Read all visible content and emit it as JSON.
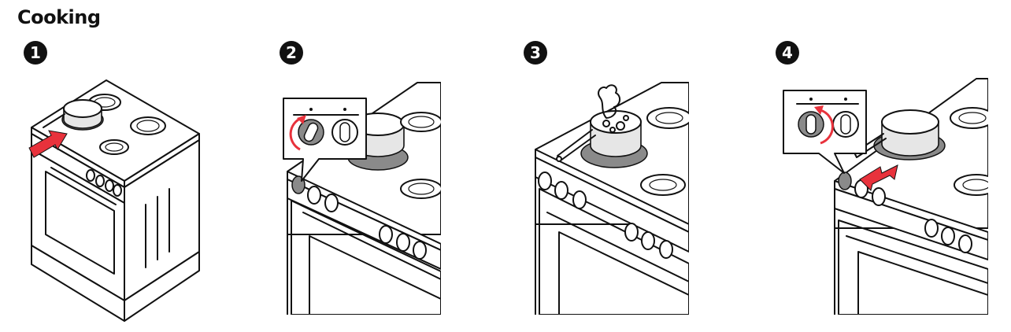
{
  "title": "Cooking",
  "steps": [
    {
      "number": "1"
    },
    {
      "number": "2"
    },
    {
      "number": "3"
    },
    {
      "number": "4"
    }
  ],
  "colors": {
    "arrow": "#e8323c",
    "ink": "#111111",
    "hot_plate": "#8a8a8a"
  }
}
